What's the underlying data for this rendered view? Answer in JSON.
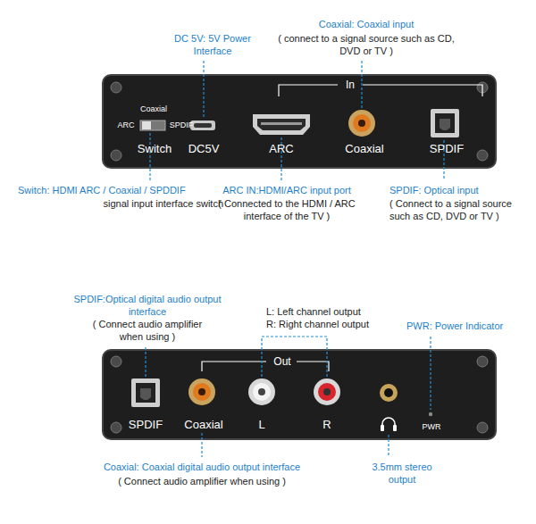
{
  "diagram": {
    "labels": [
      "DC 5V: 5V Power Interface",
      "Coaxial: Coaxial input",
      "( connect to a signal source such as CD, DVD or TV )",
      "In",
      "Coaxial",
      "ARC",
      "SPDIF",
      "Switch",
      "DC5V",
      "ARC",
      "Coaxial",
      "SPDIF",
      "Switch: HDMI ARC / Coaxial / SPDDIF",
      "signal input interface switch",
      "ARC IN:HDMI/ARC input port",
      "( Connected to the HDMI / ARC interface of the TV )",
      "SPDIF: Optical input",
      "( Connect to a signal source such as CD, DVD or TV )",
      "SPDIF:Optical digital audio output interface",
      "( Connect audio amplifier when using )",
      "L: Left channel output",
      "R: Right channel output",
      "PWR: Power Indicator",
      "Out",
      "SPDIF",
      "Coaxial",
      "L",
      "R",
      "PWR",
      "Coaxial: Coaxial digital audio output interface",
      "( Connect audio amplifier when using )",
      "3.5mm stereo output"
    ]
  }
}
